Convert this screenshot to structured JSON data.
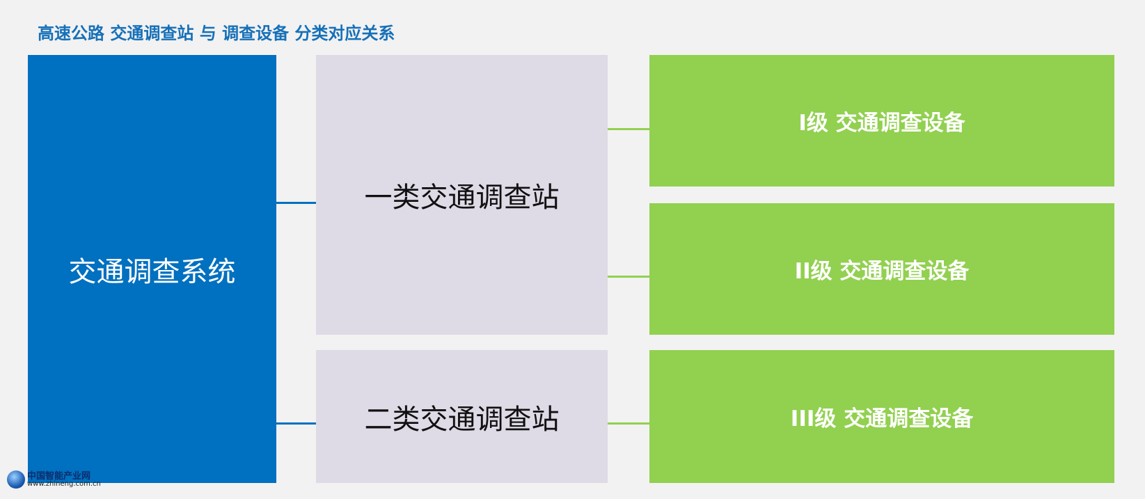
{
  "title": "高速公路 交通调查站 与 调查设备 分类对应关系",
  "root": "交通调查系统",
  "stations": [
    "一类交通调查站",
    "二类交通调查站"
  ],
  "equipment": [
    "I级 交通调查设备",
    "II级 交通调查设备",
    "III级 交通调查设备"
  ],
  "watermark": {
    "name": "中国智能产业网",
    "url": "www.zhineng.com.cn"
  },
  "colors": {
    "root": "#0070c0",
    "station": "#dedae6",
    "equipment": "#92d050",
    "title": "#1670b8"
  }
}
